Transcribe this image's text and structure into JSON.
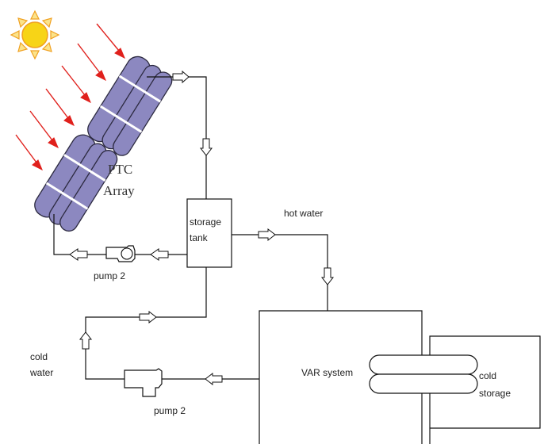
{
  "labels": {
    "ptc_line1": "PTC",
    "ptc_line2": "Array",
    "storage_line1": "storage",
    "storage_line2": "tank",
    "hot_water": "hot water",
    "pump_upper": "pump 2",
    "cold_line1": "cold",
    "cold_line2": "water",
    "pump_lower": "pump 2",
    "var_system": "VAR system",
    "cold_storage_line1": "cold",
    "cold_storage_line2": "storage"
  },
  "colors": {
    "sun_fill": "#f7d417",
    "sun_rays": "#f0a020",
    "sun_ray_fill": "#fbe38a",
    "solar_arrows": "#e0201c",
    "collector_fill": "#8c88c0",
    "collector_stroke": "#2c2a40",
    "line": "#111111"
  },
  "icons": [
    "sun-icon",
    "red-ray-arrow-icon",
    "pump-icon",
    "flow-arrow-icon",
    "heat-exchanger-coil-icon"
  ]
}
